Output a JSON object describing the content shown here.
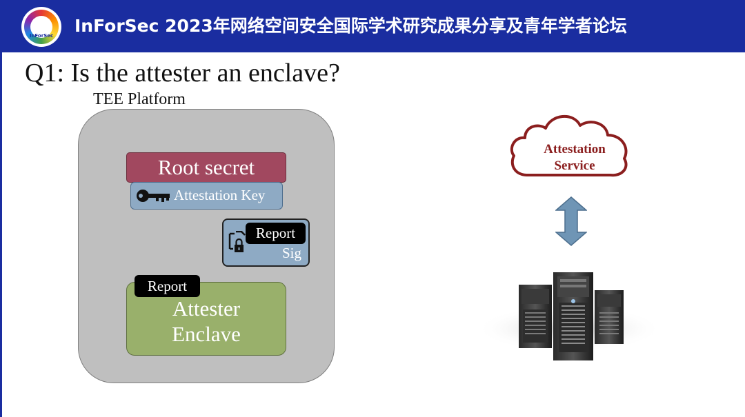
{
  "header": {
    "title": "InForSec 2023年网络空间安全国际学术研究成果分享及青年学者论坛",
    "logo_text": "InForSec"
  },
  "slide": {
    "question": "Q1: Is the attester an enclave?",
    "tee_label": "TEE Platform",
    "root_secret": "Root secret",
    "attestation_key": "Attestation Key",
    "sig_report": "Report",
    "sig_label": "Sig",
    "enclave_report": "Report",
    "enclave_line1": "Attester",
    "enclave_line2": "Enclave",
    "cloud_line1": "Attestation",
    "cloud_line2": "Service"
  },
  "icons": {
    "key": "key-icon",
    "doc_lock": "document-lock-icon",
    "cloud": "cloud-icon",
    "arrow": "double-arrow-icon",
    "servers": "server-towers-icon"
  },
  "colors": {
    "header_bg": "#1a2da0",
    "tee_bg": "#bfbfbf",
    "root_secret": "#a1485f",
    "key_box": "#8eaac4",
    "enclave": "#99b06b",
    "cloud_stroke": "#8b1e1e",
    "arrow_fill": "#6f95b5"
  }
}
